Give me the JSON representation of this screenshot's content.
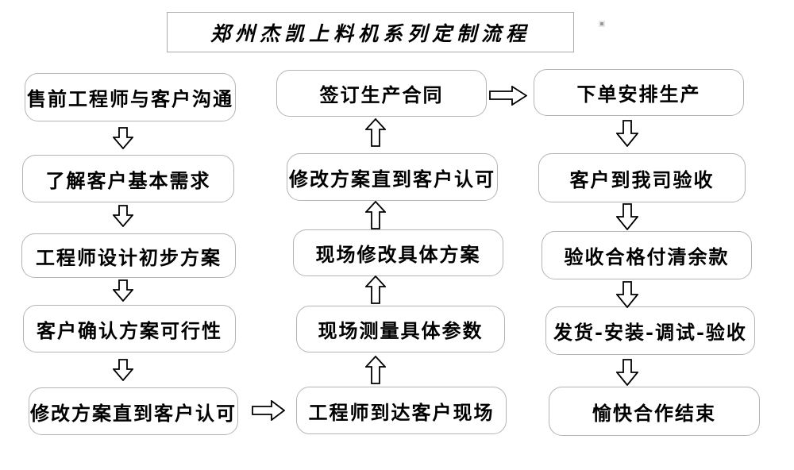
{
  "title": {
    "text": "郑州杰凯上料机系列定制流程"
  },
  "steps": {
    "left": [
      "售前工程师与客户沟通",
      "了解客户基本需求",
      "工程师设计初步方案",
      "客户确认方案可行性",
      "修改方案直到客户认可"
    ],
    "middle": [
      "签订生产合同",
      "修改方案直到客户认可",
      "现场修改具体方案",
      "现场测量具体参数",
      "工程师到达客户现场"
    ],
    "right": [
      "下单安排生产",
      "客户到我司验收",
      "验收合格付清余款",
      "发货-安装-调试-验收",
      "愉快合作结束"
    ]
  },
  "flow": {
    "left_column_direction": "top-down",
    "middle_column_direction": "bottom-up",
    "right_column_direction": "top-down",
    "cross_links": [
      "修改方案直到客户认可 -> 工程师到达客户现场",
      "签订生产合同 -> 下单安排生产"
    ]
  },
  "colors": {
    "background": "#ffffff",
    "box_fill": "#ffffff",
    "box_border": "#b4b4b4",
    "title_border": "#ababab",
    "text": "#000000",
    "arrow_outline": "#000000",
    "arrow_fill": "#ffffff"
  }
}
